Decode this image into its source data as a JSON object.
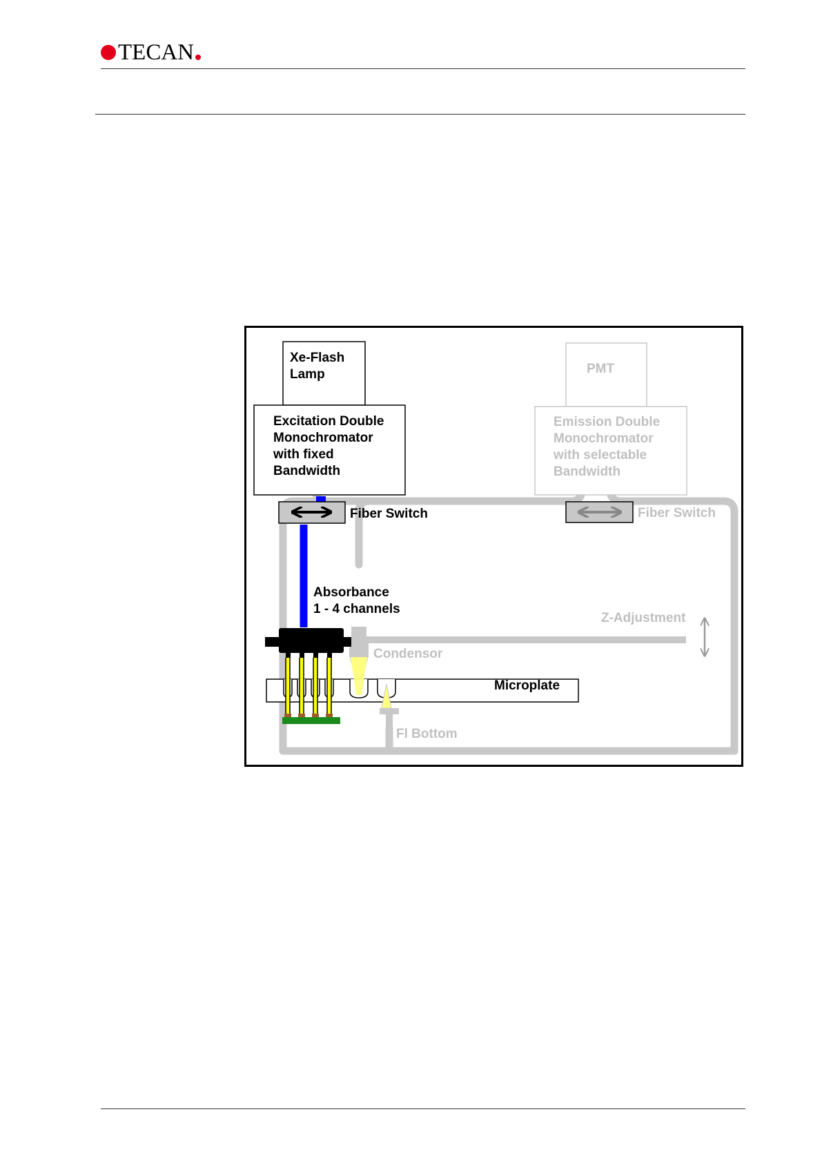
{
  "header": {
    "brand": "TECAN",
    "brand_color": "#e3001b"
  },
  "diagram": {
    "xe_flash_lamp": [
      "Xe-Flash",
      "Lamp"
    ],
    "excitation": [
      "Excitation Double",
      "Monochromator",
      "with fixed",
      "Bandwidth"
    ],
    "pmt": "PMT",
    "emission": [
      "Emission Double",
      "Monochromator",
      "with selectable",
      "Bandwidth"
    ],
    "fiber_switch_left": "Fiber Switch",
    "fiber_switch_right": "Fiber Switch",
    "absorbance": [
      "Absorbance",
      "1 - 4 channels"
    ],
    "z_adjustment": "Z-Adjustment",
    "condensor": "Condensor",
    "microplate": "Microplate",
    "fl_bottom": "Fl Bottom",
    "colors": {
      "active_text": "#000000",
      "inactive_text": "#c0c0c0",
      "fiber_blue": "#0000ff",
      "fiber_grey": "#c8c8c8",
      "beam_yellow": "#ffff00",
      "detector_green": "#1a8a1a"
    }
  }
}
